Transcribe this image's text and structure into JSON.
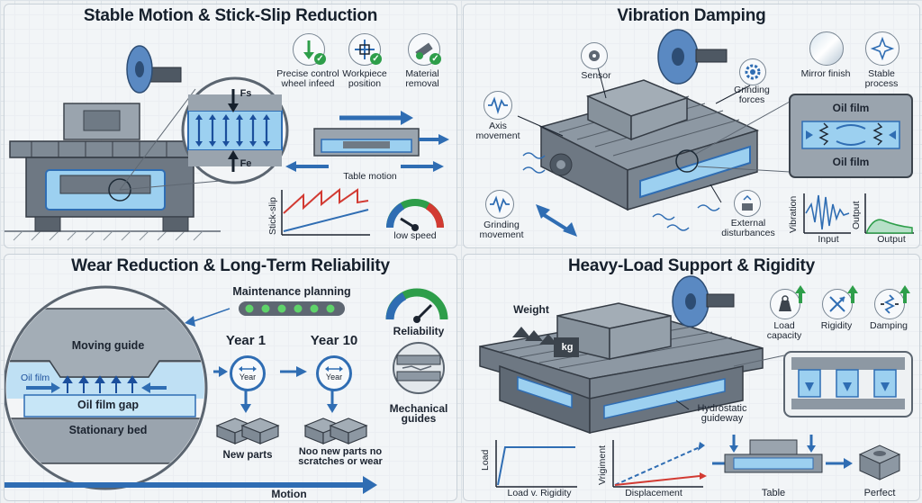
{
  "panels": {
    "stable": {
      "title": "Stable Motion & Stick-Slip Reduction",
      "icons": [
        {
          "label": "Precise control wheel infeed",
          "icon": "gauge-arrow-icon"
        },
        {
          "label": "Workpiece position",
          "icon": "crosshair-icon"
        },
        {
          "label": "Material removal",
          "icon": "grinding-tool-icon"
        }
      ],
      "force_top": "Fs",
      "force_bottom": "Fe",
      "table_motion": "Table motion",
      "stick_slip_axis": "Stick-slip",
      "low_speed": "low speed"
    },
    "vibration": {
      "title": "Vibration Damping",
      "sensor": "Sensor",
      "axis_movement": "Axis movement",
      "grinding_forces": "Grinding forces",
      "grinding_movement": "Grinding movement",
      "external_disturbances": "External disturbances",
      "mirror_finish": "Mirror finish",
      "stable_process": "Stable process",
      "oil_film_top": "Oil film",
      "oil_film_bottom": "Oil film",
      "vibration_axis": "Vibration",
      "input_label": "Input",
      "output_axis": "Output",
      "output_label": "Output"
    },
    "wear": {
      "title": "Wear Reduction & Long-Term Reliability",
      "moving_guide": "Moving guide",
      "oil_film": "Oil film",
      "oil_film_gap": "Oil film gap",
      "stationary_bed": "Stationary bed",
      "maintenance_planning": "Maintenance planning",
      "year1": "Year 1",
      "year10": "Year 10",
      "year_badge": "Year",
      "new_parts": "New parts",
      "no_new_parts": "Noo new parts no scratches or wear",
      "reliability": "Reliability",
      "mechanical_guides": "Mechanical guides",
      "motion": "Motion"
    },
    "heavy": {
      "title": "Heavy-Load Support & Rigidity",
      "weight": "Weight",
      "kg": "kg",
      "load_capacity": "Load capacity",
      "rigidity": "Rigidity",
      "damping": "Damping",
      "hydrostatic_guideway": "Hydrostatic guideway",
      "load_axis": "Load",
      "load_v_rigidity": "Load v. Rigidity",
      "vrigiment_axis": "Vrigiment",
      "displacement": "Displacement",
      "table": "Table",
      "perfect": "Perfect"
    }
  },
  "colors": {
    "blue": "#2f6db3",
    "oil": "#9cd0f0",
    "steel": "#8d98a3",
    "red": "#d23a32",
    "green": "#2e9e4a"
  }
}
